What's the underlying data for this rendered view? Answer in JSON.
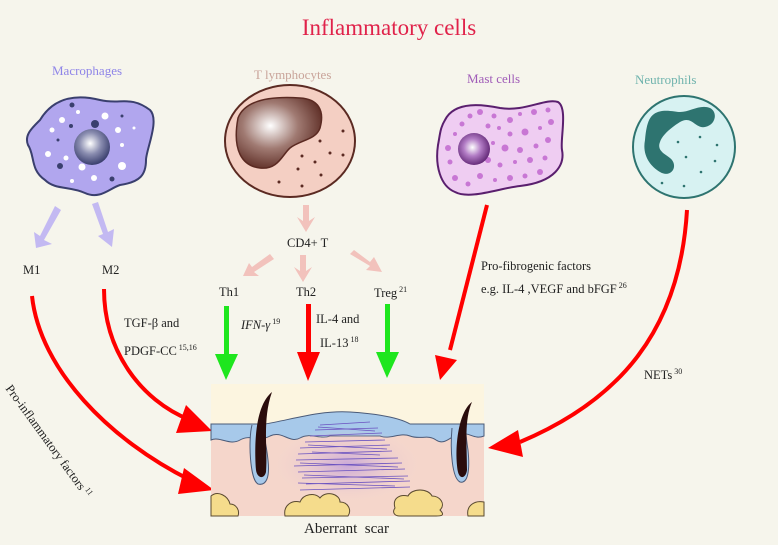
{
  "title": "Inflammatory cells",
  "colors": {
    "title": "#e0224a",
    "background": "#f6f5ec",
    "macrophage": "#8f85e8",
    "t_lymphocyte": "#c9a49a",
    "mast_cell": "#a05cb8",
    "neutrophil": "#6fb3ad",
    "promoting_arrow": "#ff0000",
    "inhibiting_arrow": "#1ee61e"
  },
  "cells": {
    "macrophages": {
      "label": "Macrophages",
      "subtypes": [
        "M1",
        "M2"
      ]
    },
    "t_lymphocytes": {
      "label": "T lymphocytes",
      "intermediate": "CD4+ T",
      "subtypes": [
        {
          "label": "Th1"
        },
        {
          "label": "Th2"
        },
        {
          "label": "Treg",
          "ref": "21"
        }
      ]
    },
    "mast_cells": {
      "label": "Mast cells"
    },
    "neutrophils": {
      "label": "Neutrophils"
    }
  },
  "factors": {
    "m1": {
      "text": "Pro-inflammatory factors",
      "ref": "11",
      "effect": "promote"
    },
    "m2": {
      "line1": "TGF-β and",
      "line2": "PDGF-CC",
      "ref": "15,16",
      "effect": "promote"
    },
    "th1": {
      "text": "IFN-γ",
      "ref": "19",
      "effect": "inhibit"
    },
    "th2": {
      "line1": "IL-4 and",
      "line2": "IL-13",
      "ref": "18",
      "effect": "promote"
    },
    "treg": {
      "effect": "inhibit"
    },
    "mast": {
      "line1": "Pro-fibrogenic factors",
      "line2": "e.g. IL-4 ,VEGF and bFGF",
      "ref": "26",
      "effect": "promote"
    },
    "neutrophil": {
      "text": "NETs",
      "ref": "30",
      "effect": "promote"
    }
  },
  "scar": {
    "label": "Aberrant  scar"
  }
}
